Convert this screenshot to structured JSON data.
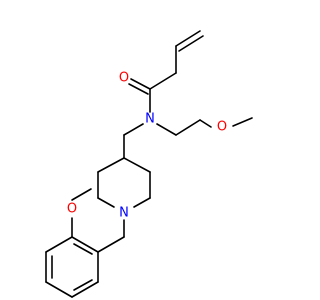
{
  "molecule": {
    "atoms": {
      "amide_oxygen": "O",
      "amide_nitrogen": "N",
      "ether_oxygen_chain": "O",
      "piperidine_nitrogen": "N",
      "ether_oxygen_aryl": "O"
    },
    "colors": {
      "bond": "#000000",
      "oxygen": "#ff0000",
      "nitrogen": "#0000ff",
      "background": "#ffffff"
    }
  }
}
